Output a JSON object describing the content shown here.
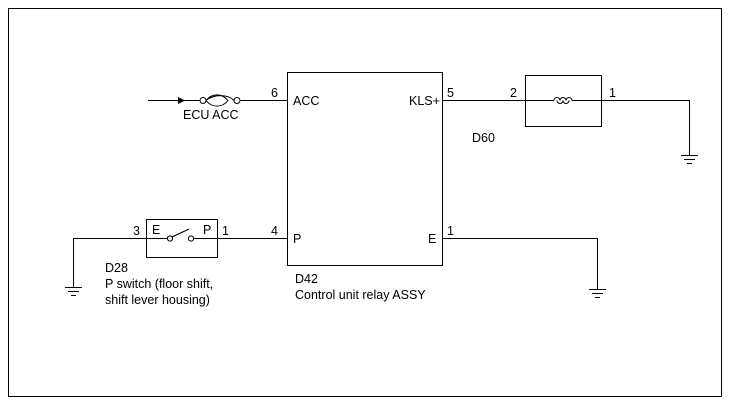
{
  "colors": {
    "line": "#000000",
    "background": "#ffffff"
  },
  "icons": {
    "ground": "ground-icon",
    "fuse": "fuse-icon",
    "coil": "coil-icon",
    "switch": "switch-icon",
    "arrow": "arrow-icon"
  },
  "ecu_acc": {
    "label": "ECU ACC"
  },
  "d42": {
    "code": "D42",
    "description": "Control unit relay ASSY",
    "pins": {
      "acc": {
        "number": "6",
        "name": "ACC"
      },
      "kls": {
        "number": "5",
        "name": "KLS+"
      },
      "p": {
        "number": "4",
        "name": "P"
      },
      "e": {
        "number": "1",
        "name": "E"
      }
    }
  },
  "d60": {
    "code": "D60",
    "pin_in": "2",
    "pin_out": "1"
  },
  "d28": {
    "code": "D28",
    "description_line1": "P switch (floor shift,",
    "description_line2": "shift lever housing)",
    "pin_e_number": "3",
    "pin_e_name": "E",
    "pin_p_number": "1",
    "pin_p_name": "P"
  }
}
